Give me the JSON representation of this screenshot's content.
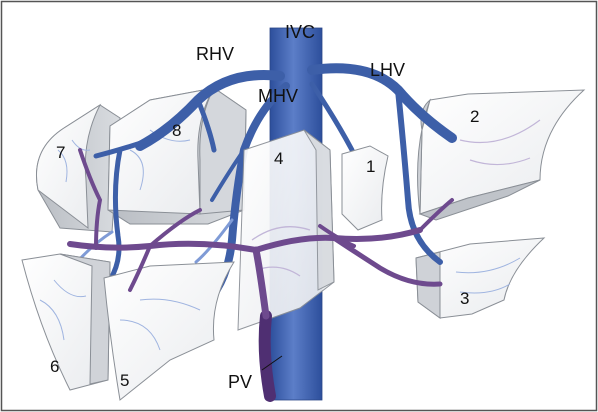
{
  "labels": {
    "ivc": "IVC",
    "rhv": "RHV",
    "mhv": "MHV",
    "lhv": "LHV",
    "pv": "PV"
  },
  "segments": [
    "1",
    "2",
    "3",
    "4",
    "5",
    "6",
    "7",
    "8"
  ],
  "colors": {
    "hepatic_vein": "#3d5fa8",
    "hepatic_vein_light": "#7f9bd6",
    "portal_vein": "#6e4a8e",
    "segment_fill": "#f5f6f7",
    "segment_shade": "#c9ccd1",
    "segment_edge": "#8a8f96"
  }
}
